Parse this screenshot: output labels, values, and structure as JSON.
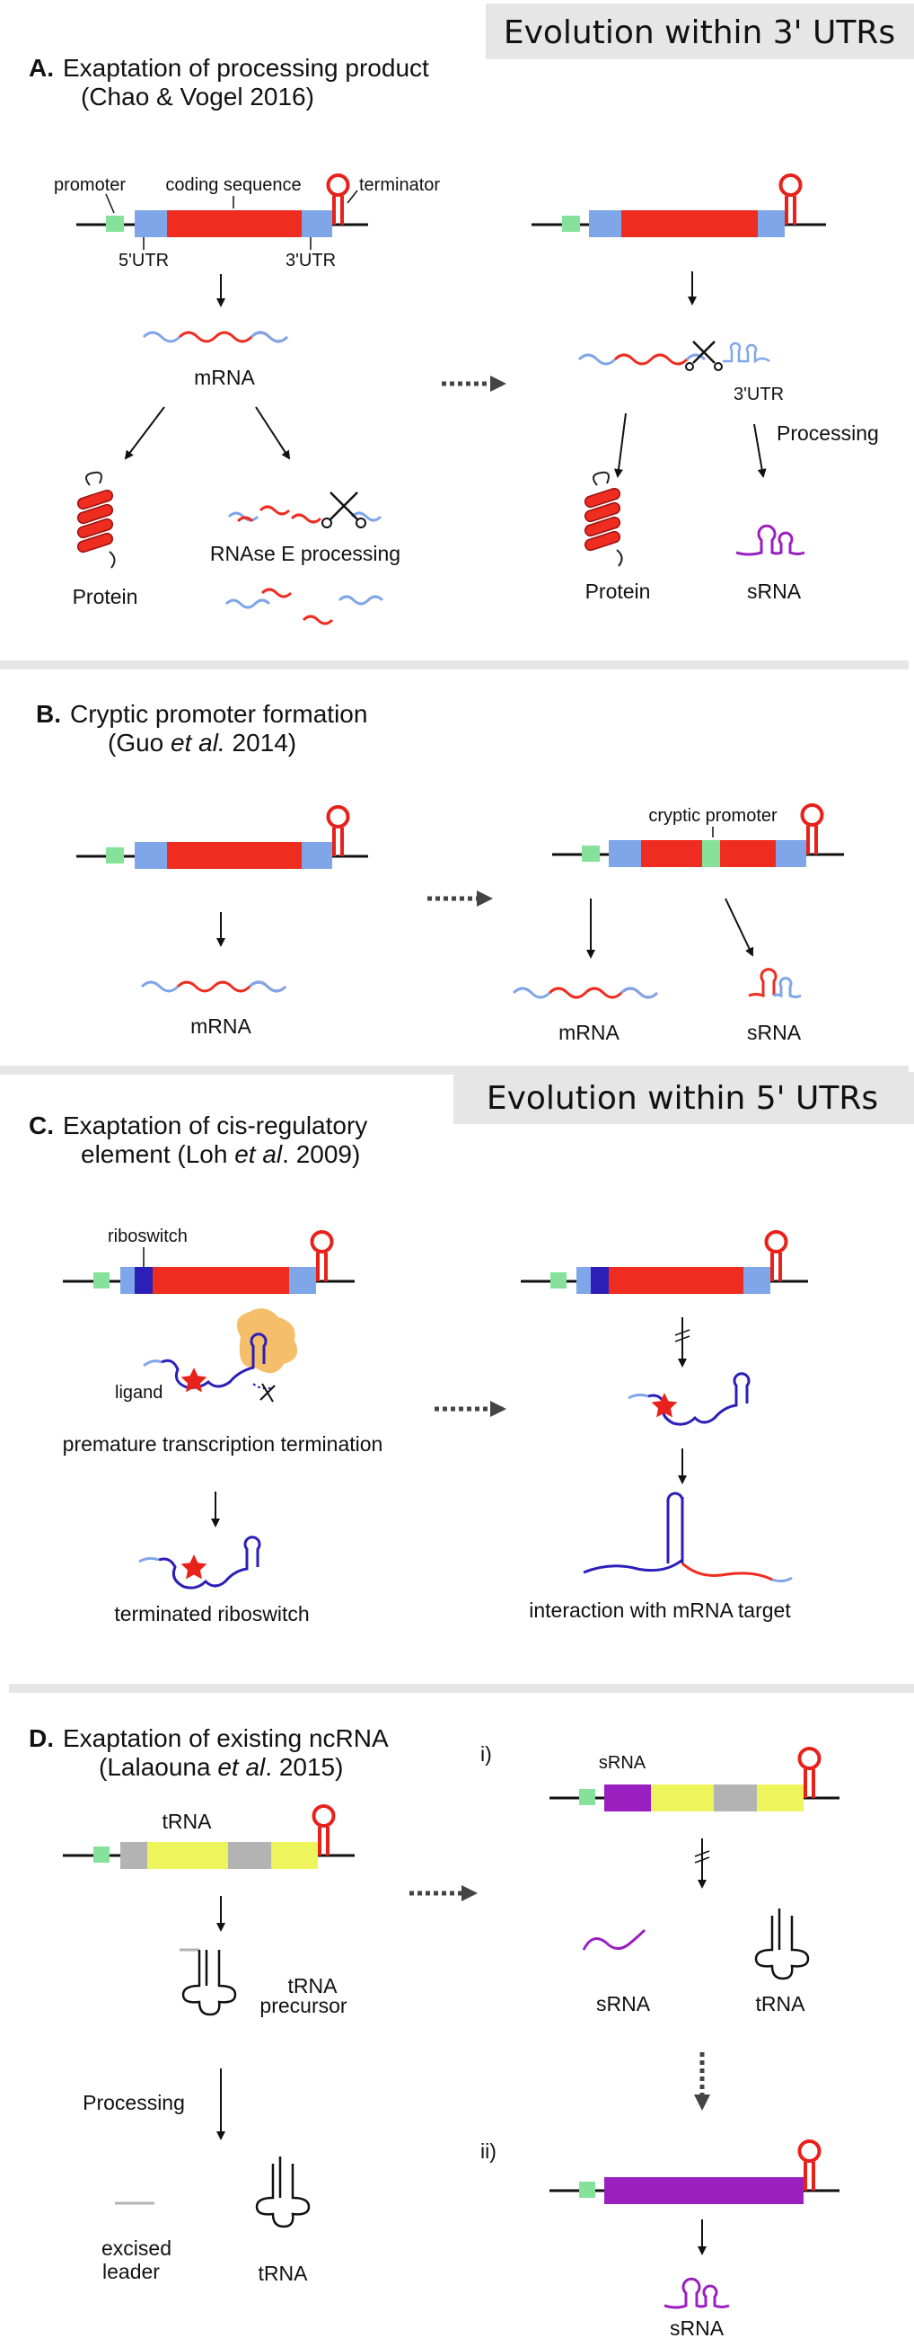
{
  "colors": {
    "coding": "#ee2c1f",
    "utr": "#7fa6e8",
    "promoter": "#86e29a",
    "terminator": "#e8211b",
    "riboswitch": "#2b1fb8",
    "srna": "#9a1fbf",
    "trna_yellow": "#eef45c",
    "trna_gray": "#b3b3b3",
    "banner": "#e6e6e6",
    "ligand_blob": "#f5be6a",
    "star": "#e8211b"
  },
  "banners": {
    "top": "Evolution within 3' UTRs",
    "middle": "Evolution within 5' UTRs"
  },
  "sectionA": {
    "letter": "A.",
    "title_line1": "Exaptation of processing product",
    "title_line2": "(Chao & Vogel 2016)",
    "promoter": "promoter",
    "coding_sequence": "coding sequence",
    "terminator": "terminator",
    "utr5": "5'UTR",
    "utr3": "3'UTR",
    "mrna": "mRNA",
    "protein": "Protein",
    "rnase": "RNAse E processing",
    "right_utr3": "3'UTR",
    "processing": "Processing",
    "right_protein": "Protein",
    "srna": "sRNA"
  },
  "sectionB": {
    "letter": "B.",
    "title_line1": "Cryptic promoter formation",
    "title_line2_pre": "(Guo ",
    "title_line2_ital": "et al.",
    "title_line2_post": " 2014)",
    "cryptic": "cryptic promoter",
    "mrna_left": "mRNA",
    "mrna_right": "mRNA",
    "srna": "sRNA"
  },
  "sectionC": {
    "letter": "C.",
    "title_line1": "Exaptation of cis-regulatory",
    "title_line2_pre": "element (Loh ",
    "title_line2_ital": "et al",
    "title_line2_post": ". 2009)",
    "riboswitch": "riboswitch",
    "ligand": "ligand",
    "premature": "premature transcription termination",
    "terminated": "terminated riboswitch",
    "interaction": "interaction with mRNA target"
  },
  "sectionD": {
    "letter": "D.",
    "title_line1": "Exaptation of existing ncRNA",
    "title_line2_pre": "(Lalaouna ",
    "title_line2_ital": "et al",
    "title_line2_post": ". 2015)",
    "trna_label": "tRNA",
    "precursor_line1": "tRNA",
    "precursor_line2": "precursor",
    "processing": "Processing",
    "excised_line1": "excised",
    "excised_line2": "leader",
    "trna_bottom": "tRNA",
    "roman_i": "i)",
    "roman_ii": "ii)",
    "srna_gene": "sRNA",
    "srna_i": "sRNA",
    "trna_i": "tRNA",
    "srna_ii": "sRNA"
  }
}
